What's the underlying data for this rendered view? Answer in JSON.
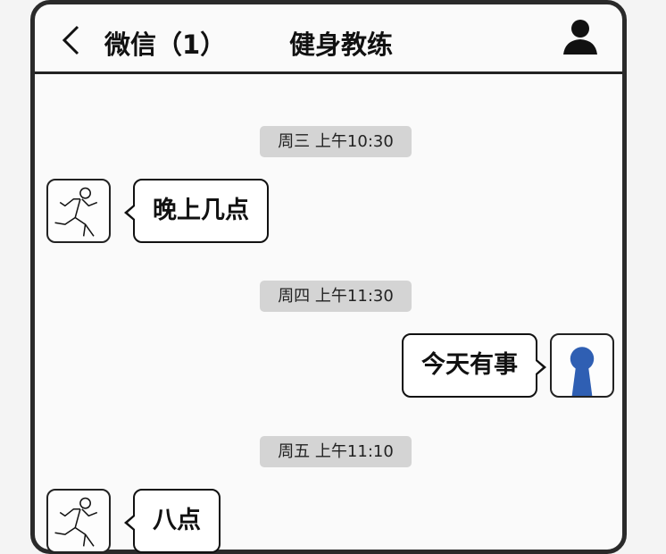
{
  "header": {
    "back_label": "微信（1）",
    "title": "健身教练",
    "icons": {
      "back": "chevron-left-icon",
      "profile": "person-icon"
    }
  },
  "messages": [
    {
      "type": "time",
      "text": "周三 上午10:30"
    },
    {
      "type": "message",
      "side": "left",
      "sender": "coach",
      "text": "晚上几点"
    },
    {
      "type": "time",
      "text": "周四 上午11:30"
    },
    {
      "type": "message",
      "side": "right",
      "sender": "me",
      "text": "今天有事"
    },
    {
      "type": "time",
      "text": "周五 上午11:10"
    },
    {
      "type": "message",
      "side": "left",
      "sender": "coach",
      "text": "八点"
    }
  ],
  "colors": {
    "self_avatar": "#2f5fb3",
    "border": "#222222",
    "timestamp_bg": "#d4d4d4"
  }
}
